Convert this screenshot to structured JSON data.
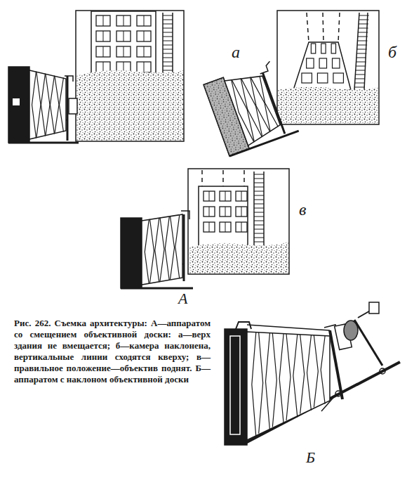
{
  "diagram": {
    "caption": "Рис. 262. Съемка архитектуры: А—аппаратом со смещением объективной доски: а—верх здания не вмещается; б—камера наклонена, вертикальные линии сходятся кверху; в—правильное положение—объектив поднят. Б—аппаратом с наклоном объективной доски",
    "labels": [
      "а",
      "б",
      "в",
      "А",
      "Б"
    ]
  }
}
